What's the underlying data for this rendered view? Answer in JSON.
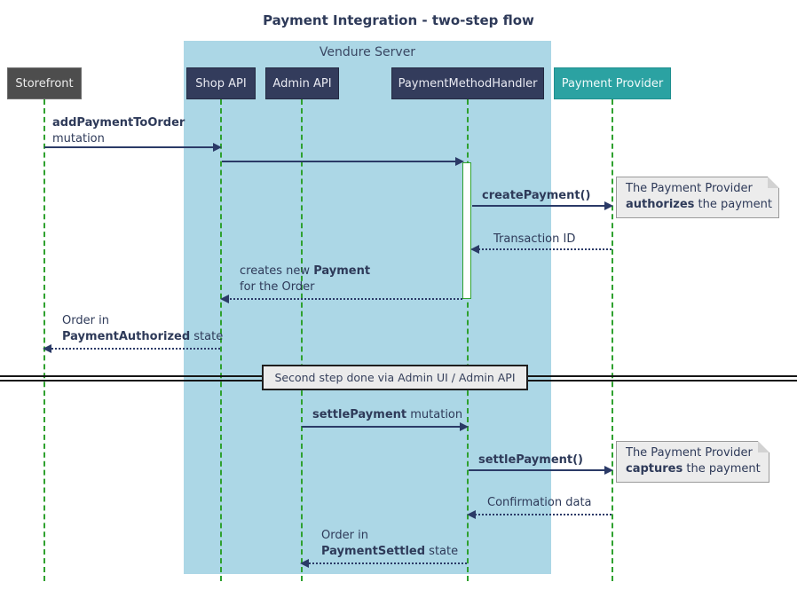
{
  "title": "Payment Integration - two-step flow",
  "diagram_type": "sequence",
  "frame": {
    "label": "Vendure Server",
    "contains": [
      "Shop API",
      "Admin API",
      "PaymentMethodHandler"
    ]
  },
  "participants": [
    {
      "name": "Storefront"
    },
    {
      "name": "Shop API"
    },
    {
      "name": "Admin API"
    },
    {
      "name": "PaymentMethodHandler"
    },
    {
      "name": "Payment Provider"
    }
  ],
  "messages": [
    {
      "from": "Storefront",
      "to": "Shop API",
      "style": "solid",
      "bold": "addPaymentToOrder",
      "line2": "mutation"
    },
    {
      "from": "Shop API",
      "to": "PaymentMethodHandler",
      "style": "solid"
    },
    {
      "from": "PaymentMethodHandler",
      "to": "Payment Provider",
      "style": "solid",
      "bold": "createPayment()"
    },
    {
      "from": "Payment Provider",
      "to": "PaymentMethodHandler",
      "style": "dashed",
      "text": "Transaction ID"
    },
    {
      "from": "PaymentMethodHandler",
      "to": "Shop API",
      "style": "dashed",
      "pre": "creates new ",
      "bold": "Payment",
      "line2": "for the Order"
    },
    {
      "from": "Shop API",
      "to": "Storefront",
      "style": "dashed",
      "line1": "Order in",
      "bold": "PaymentAuthorized",
      "rest": " state"
    },
    {
      "from": "Admin API",
      "to": "PaymentMethodHandler",
      "style": "solid",
      "bold": "settlePayment",
      "rest": " mutation"
    },
    {
      "from": "PaymentMethodHandler",
      "to": "Payment Provider",
      "style": "solid",
      "bold": "settlePayment()"
    },
    {
      "from": "Payment Provider",
      "to": "PaymentMethodHandler",
      "style": "dashed",
      "text": "Confirmation data"
    },
    {
      "from": "PaymentMethodHandler",
      "to": "Admin API",
      "style": "dashed",
      "line1": "Order in",
      "bold": "PaymentSettled",
      "rest": " state"
    }
  ],
  "divider": {
    "label": "Second step done via Admin UI / Admin API"
  },
  "notes": [
    {
      "attached_to": "Payment Provider",
      "line1": "The Payment Provider",
      "bold": "authorizes",
      "rest": " the payment"
    },
    {
      "attached_to": "Payment Provider",
      "line1": "The Payment Provider",
      "bold": "captures",
      "rest": " the payment"
    }
  ],
  "colors": {
    "frame_background": "#ACD7E6",
    "participant_navy": "#333C5C",
    "participant_gray": "#4D4D4D",
    "provider_teal": "#2BA2A2",
    "lifeline_green": "#2FA12F",
    "arrow_navy": "#2B3A67",
    "text_navy": "#2E3A59",
    "note_gray": "#ECECEC"
  }
}
